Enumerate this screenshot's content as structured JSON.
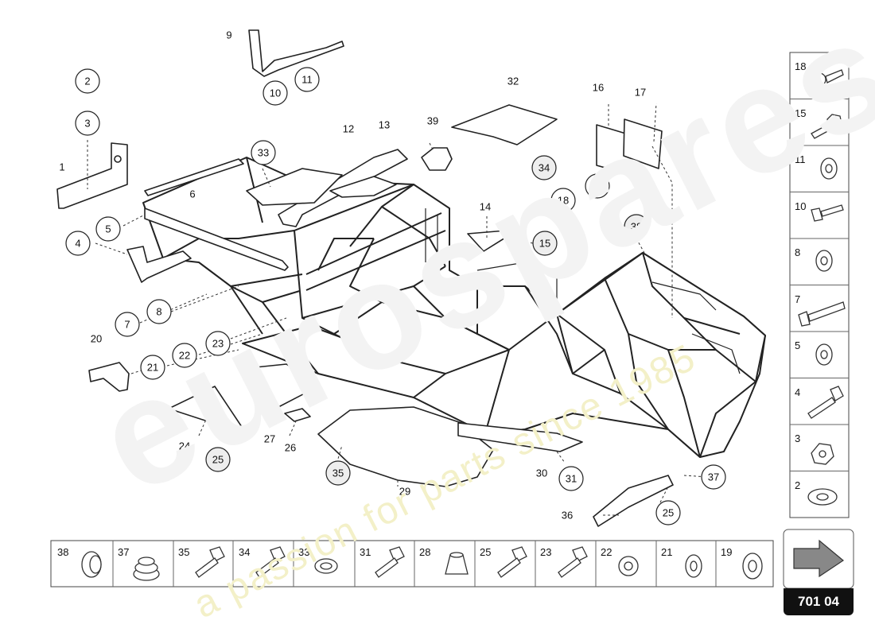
{
  "watermark": {
    "brand": "eurospares",
    "tagline": "a passion for parts since 1985"
  },
  "diagram": {
    "code": "701 04",
    "callouts": {
      "c1": "1",
      "c2": "2",
      "c3": "3",
      "c4": "4",
      "c5": "5",
      "c6": "6",
      "c7": "7",
      "c8": "8",
      "c9": "9",
      "c10": "10",
      "c11": "11",
      "c12": "12",
      "c13": "13",
      "c14": "14",
      "c15": "15",
      "c16": "16",
      "c17": "17",
      "c18": "18",
      "c19": "19",
      "c20": "20",
      "c21": "21",
      "c22": "22",
      "c23": "23",
      "c24": "24",
      "c25a": "25",
      "c25b": "25",
      "c26": "26",
      "c27": "27",
      "c29": "29",
      "c30": "30",
      "c31": "31",
      "c32": "32",
      "c33": "33",
      "c34": "34",
      "c35": "35",
      "c36": "36",
      "c37": "37",
      "c38": "38",
      "c39": "39"
    },
    "side_legend": [
      "18",
      "15",
      "11",
      "10",
      "8",
      "7",
      "5",
      "4",
      "3",
      "2"
    ],
    "bottom_legend": [
      "38",
      "37",
      "35",
      "34",
      "33",
      "31",
      "28",
      "25",
      "23",
      "22",
      "21",
      "19"
    ]
  }
}
